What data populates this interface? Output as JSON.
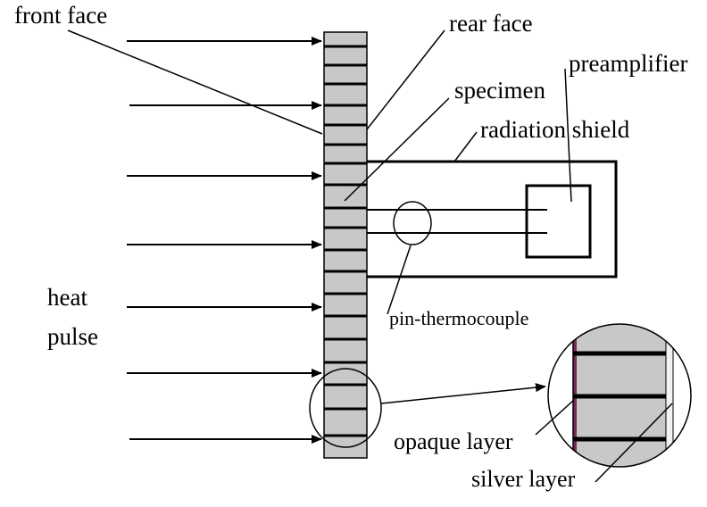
{
  "labels": {
    "front_face": "front face",
    "rear_face": "rear face",
    "specimen": "specimen",
    "preamplifier": "preamplifier",
    "radiation_shield": "radiation shield",
    "heat": "heat",
    "pulse": "pulse",
    "pin_thermocouple": "pin-thermocouple",
    "opaque_layer": "opaque layer",
    "silver_layer": "silver layer"
  },
  "colors": {
    "specimen_fill": "#c8c8c8",
    "line": "#000000",
    "opaque_layer": "#7a2a5a",
    "silver_layer": "#f2f2f2"
  },
  "icons": {
    "arrowhead": "filled-triangle-arrowhead"
  }
}
